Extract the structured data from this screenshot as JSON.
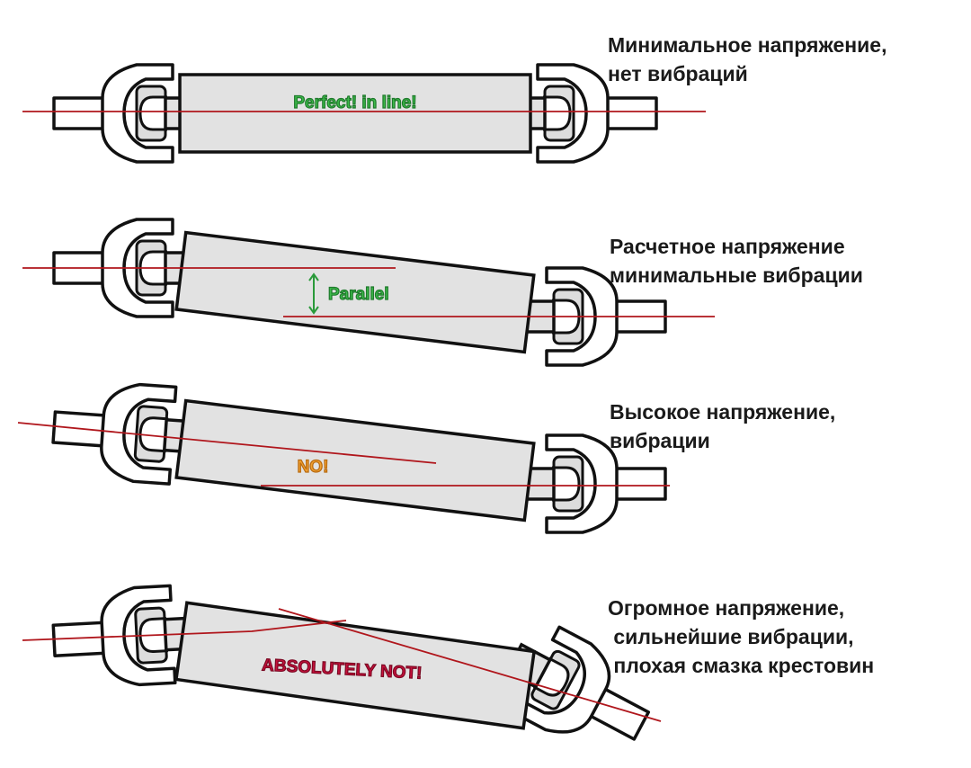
{
  "rows": [
    {
      "caption_lines": [
        "Минимальное напряжение,",
        "нет вибраций"
      ],
      "diagram_label": "Perfect!  in line!",
      "label_color": "#3dbb4a"
    },
    {
      "caption_lines": [
        "Расчетное напряжение",
        "минимальные вибрации"
      ],
      "diagram_label": "Parallel",
      "label_color": "#3dbb4a"
    },
    {
      "caption_lines": [
        "Высокое напряжение,",
        "вибрации"
      ],
      "diagram_label": "NO!",
      "label_color": "#f0a030"
    },
    {
      "caption_lines": [
        "Огромное напряжение,",
        " сильнейшие вибрации,",
        " плохая смазка крестовин"
      ],
      "diagram_label": "ABSOLUTELY NOT!",
      "label_color": "#c8103c"
    }
  ],
  "colors": {
    "axis_line": "#b0161c",
    "tube": "#e2e2e2"
  }
}
